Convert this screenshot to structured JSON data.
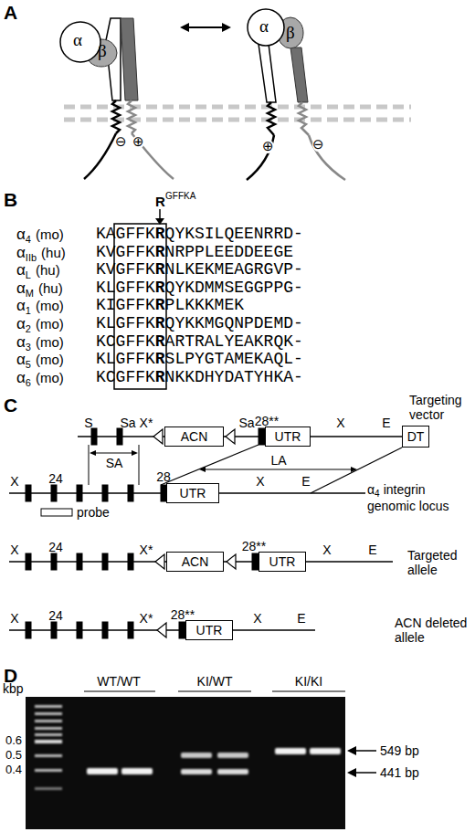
{
  "diagram": {
    "nodes": [
      {
        "text": [
          "ACN"
        ]
      },
      {
        "text": [
          "UTR"
        ]
      },
      {
        "text": [
          "DT"
        ]
      },
      {
        "text": [
          "UTR"
        ]
      },
      {
        "text": [
          "ACN"
        ]
      },
      {
        "text": [
          "UTR"
        ]
      },
      {
        "text": [
          "UTR"
        ]
      }
    ],
    "labels": [
      "A",
      "α",
      "β",
      "α",
      "β",
      "⊖",
      "⊕",
      "⊕",
      "⊖",
      "B",
      "R",
      "GFFKA",
      "α",
      "4",
      "(mo)",
      "KAGFFK",
      "R",
      "QYKSILQEENRRD-",
      "α",
      "IIb",
      "(hu)",
      "KVGFFK",
      "R",
      "NRPPLEEDDEEGE",
      "α",
      "L",
      "(hu)",
      "KVGFFK",
      "R",
      "NLKEKMEAGRGVP-",
      "α",
      "M",
      "(hu)",
      "KLGFFK",
      "R",
      "QYKDMMSEGGPPG-",
      "α",
      "1",
      "(mo)",
      "KIGFFK",
      "R",
      "PLKKKMEK",
      "α",
      "2",
      "(mo)",
      "KLGFFK",
      "R",
      "QYKKMGQNPDEMD-",
      "α",
      "3",
      "(mo)",
      "KCGFFK",
      "R",
      "ARTRALYEAKRQK-",
      "α",
      "5",
      "(mo)",
      "KLGFFK",
      "R",
      "SLPYGTAMEKAQL-",
      "α",
      "6",
      "(mo)",
      "KCGFFK",
      "R",
      "NKKDHYDATYHKA-",
      "C",
      "S",
      "Sa",
      "X*",
      "Sa",
      "28**",
      "X",
      "E",
      "Targeting vector",
      "SA",
      "LA",
      "X",
      "24",
      "28",
      "X",
      "E",
      "α",
      "4",
      "integrin genomic locus",
      "probe",
      "X",
      "24",
      "X*",
      "28**",
      "X",
      "E",
      "Targeted allele",
      "X",
      "24",
      "X*",
      "28**",
      "X",
      "E",
      "ACN deleted allele",
      "D",
      "kbp",
      "0.6",
      "0.5",
      "0.4",
      "WT/WT",
      "KI/WT",
      "KI/KI",
      "549 bp",
      "441 bp"
    ]
  }
}
